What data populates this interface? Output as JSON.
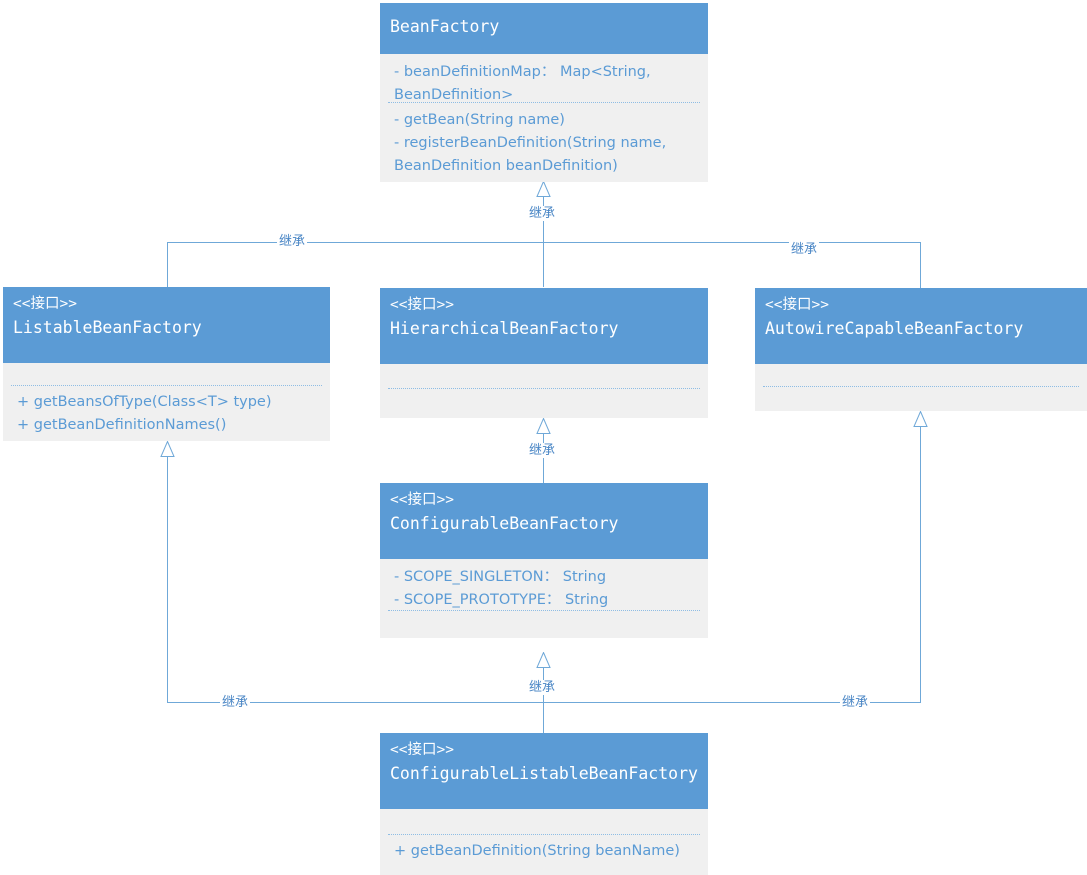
{
  "diagram": {
    "title": "Spring BeanFactory interface hierarchy",
    "accent_color": "#5b9bd5",
    "body_background": "#f0f0f0",
    "line_color": "#6fa8d8",
    "text_color": "#5b9bd5",
    "edge_label": "继承",
    "stereotype_interface": "<<接口>>"
  },
  "classes": [
    {
      "id": "bean-factory",
      "stereotype": "",
      "name": "BeanFactory",
      "attributes": [
        "- beanDefinitionMap： Map<String, BeanDefinition>"
      ],
      "methods": [
        "- getBean(String name)",
        "- registerBeanDefinition(String name, BeanDefinition beanDefinition)"
      ]
    },
    {
      "id": "listable-bean-factory",
      "stereotype": "<<接口>>",
      "name": "ListableBeanFactory",
      "attributes": [],
      "methods": [
        "+ getBeansOfType(Class<T> type)",
        "+ getBeanDefinitionNames()"
      ]
    },
    {
      "id": "hierarchical-bean-factory",
      "stereotype": "<<接口>>",
      "name": "HierarchicalBeanFactory",
      "attributes": [],
      "methods": []
    },
    {
      "id": "autowire-capable-bean-factory",
      "stereotype": "<<接口>>",
      "name": "AutowireCapableBeanFactory",
      "attributes": [],
      "methods": []
    },
    {
      "id": "configurable-bean-factory",
      "stereotype": "<<接口>>",
      "name": "ConfigurableBeanFactory",
      "attributes": [
        "- SCOPE_SINGLETON： String",
        "- SCOPE_PROTOTYPE： String"
      ],
      "methods": []
    },
    {
      "id": "configurable-listable-bean-factory",
      "stereotype": "<<接口>>",
      "name": "ConfigurableListableBeanFactory",
      "attributes": [],
      "methods": [
        "+ getBeanDefinition(String beanName)"
      ]
    }
  ],
  "edges": [
    {
      "id": "edge-hierarchical-to-beanfactory",
      "from": "hierarchical-bean-factory",
      "to": "bean-factory",
      "label": "继承"
    },
    {
      "id": "edge-listable-to-beanfactory",
      "from": "listable-bean-factory",
      "to": "bean-factory",
      "label": "继承"
    },
    {
      "id": "edge-autowire-to-beanfactory",
      "from": "autowire-capable-bean-factory",
      "to": "bean-factory",
      "label": "继承"
    },
    {
      "id": "edge-configurable-to-hierarchical",
      "from": "configurable-bean-factory",
      "to": "hierarchical-bean-factory",
      "label": "继承"
    },
    {
      "id": "edge-clbf-to-configurable",
      "from": "configurable-listable-bean-factory",
      "to": "configurable-bean-factory",
      "label": "继承"
    },
    {
      "id": "edge-clbf-to-listable",
      "from": "configurable-listable-bean-factory",
      "to": "listable-bean-factory",
      "label": "继承"
    },
    {
      "id": "edge-clbf-to-autowire",
      "from": "configurable-listable-bean-factory",
      "to": "autowire-capable-bean-factory",
      "label": "继承"
    }
  ]
}
